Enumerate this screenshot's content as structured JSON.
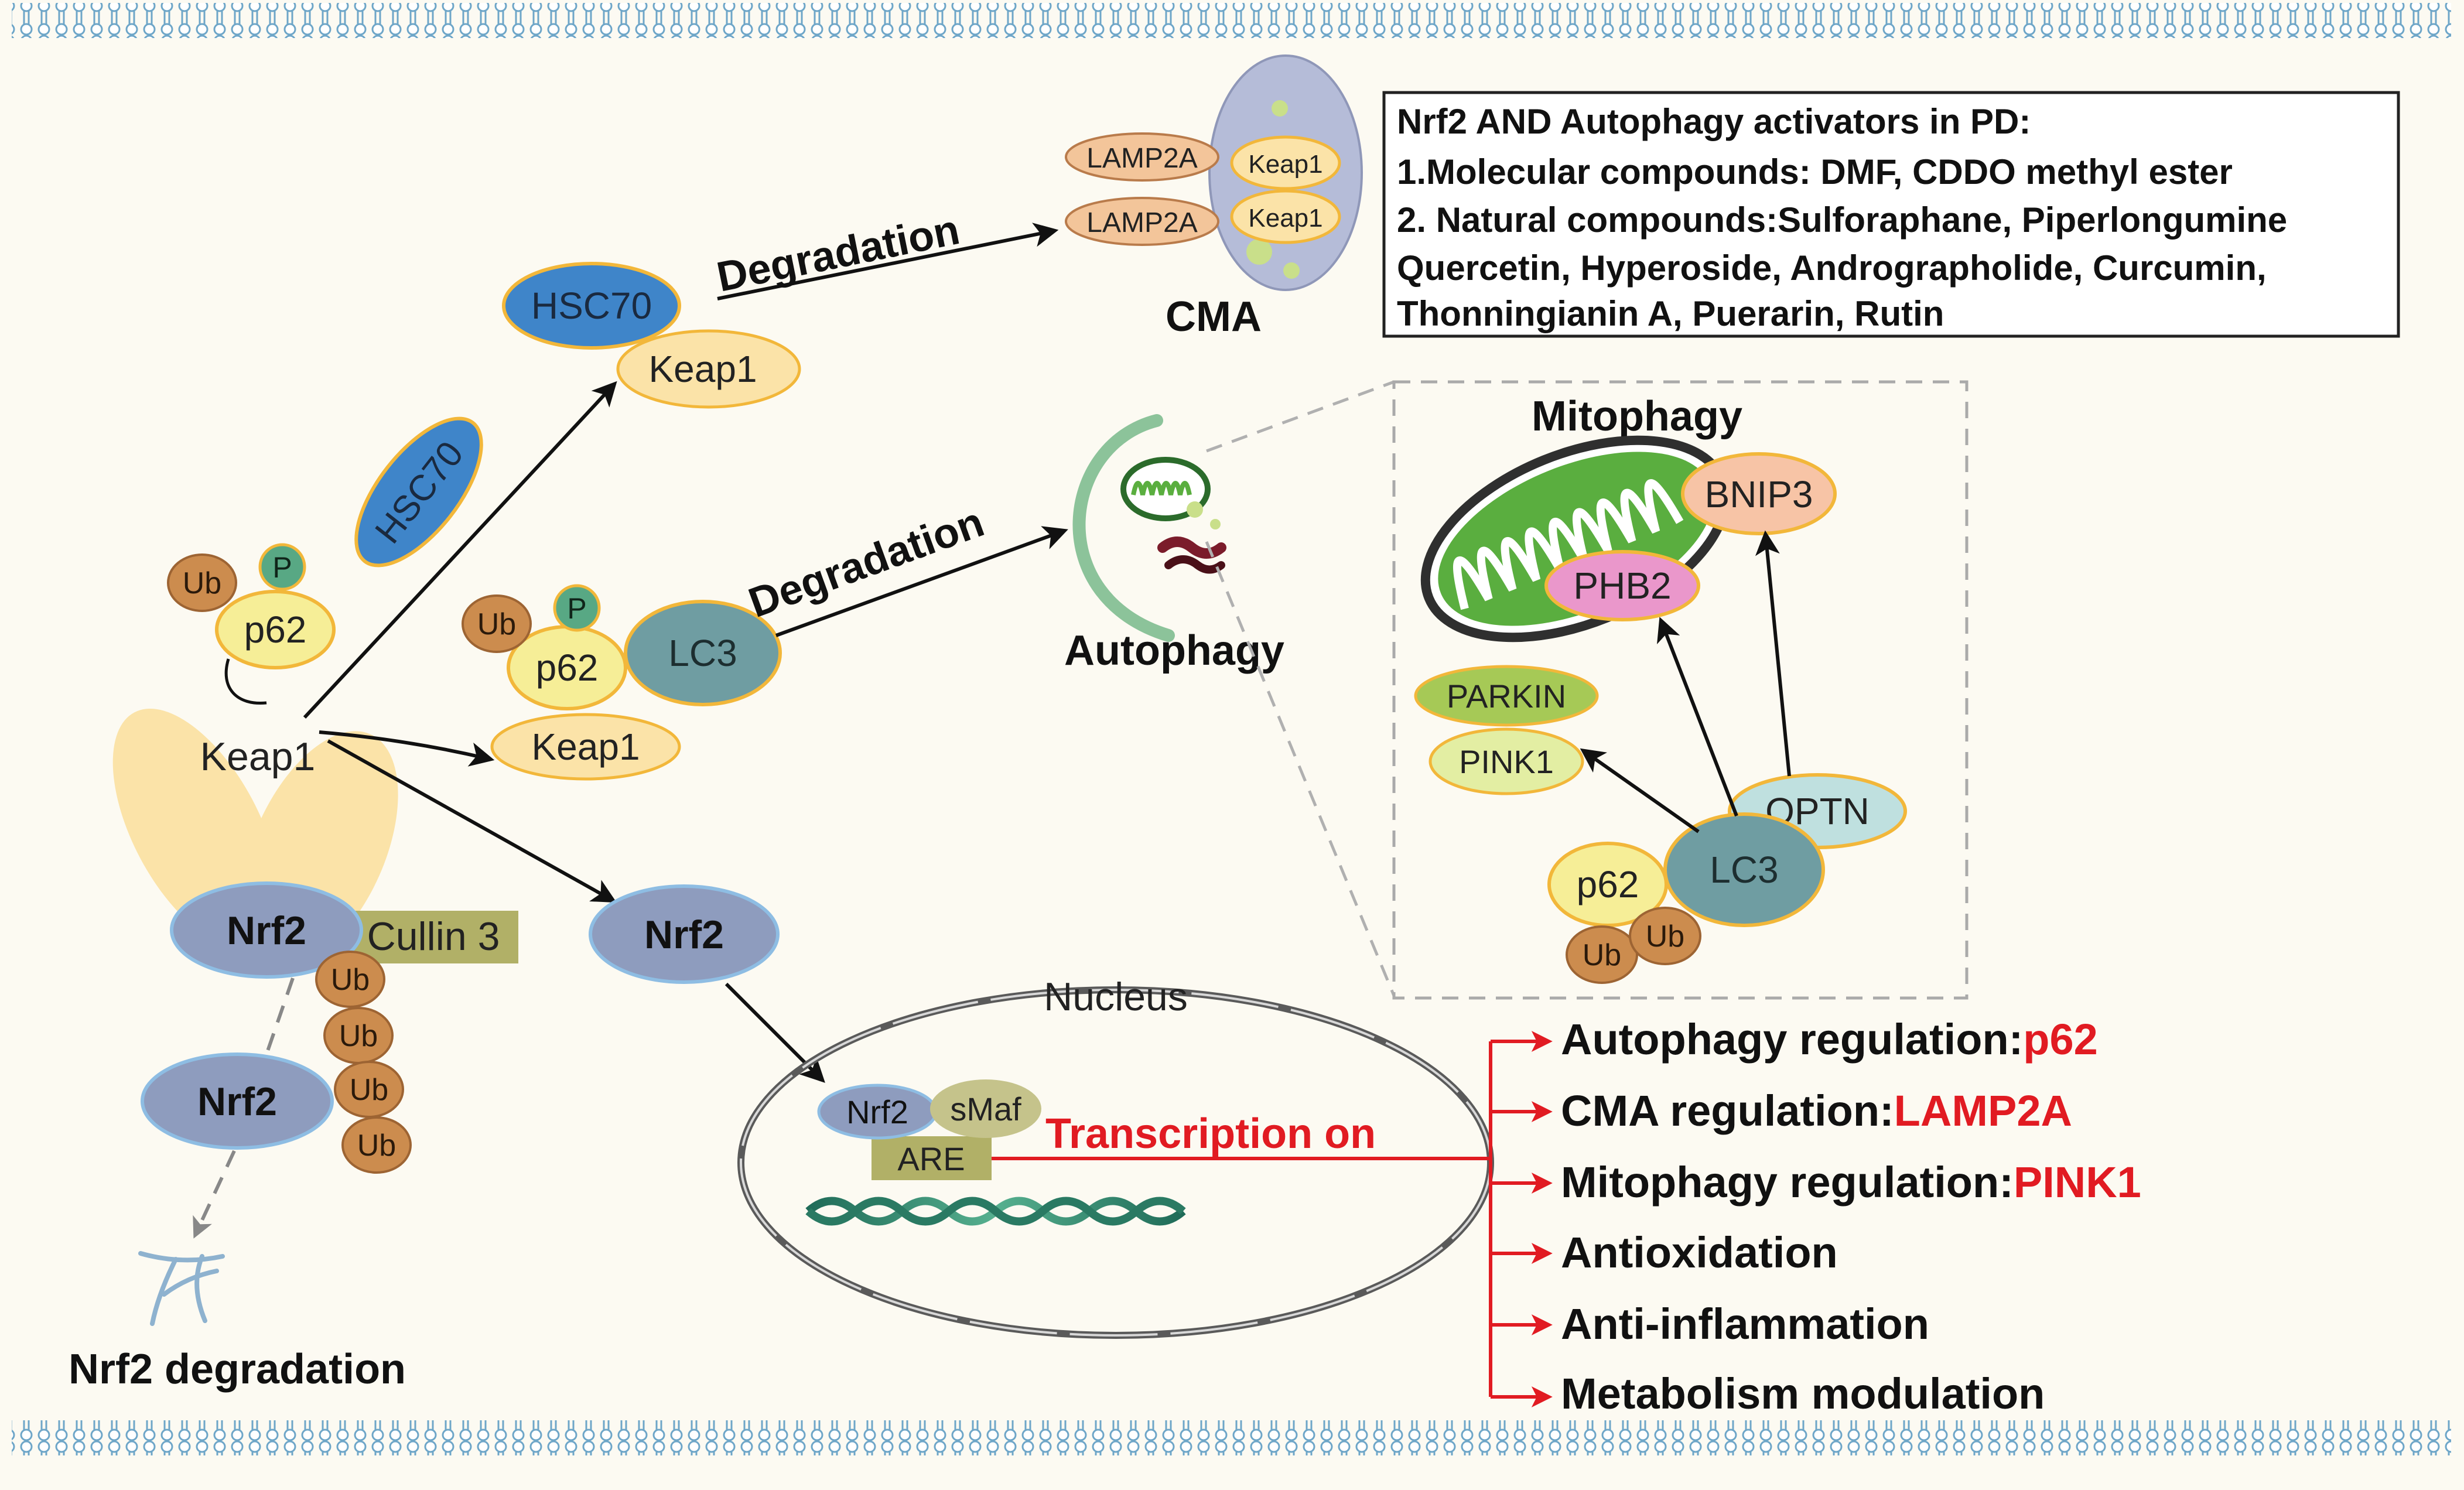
{
  "activators": {
    "title": "Nrf2 AND Autophagy activators in PD:",
    "line1": "1.Molecular compounds: DMF, CDDO methyl ester",
    "line2": "2. Natural compounds:Sulforaphane,  Piperlongumine",
    "line3": "Quercetin, Hyperoside, Andrographolide, Curcumin,",
    "line4": "Thonningianin A, Puerarin, Rutin"
  },
  "cma": {
    "label": "CMA",
    "lamp2a_top": "LAMP2A",
    "lamp2a_bottom": "LAMP2A",
    "keap1_top": "Keap1",
    "keap1_bottom": "Keap1",
    "degradation": "Degradation"
  },
  "hsc70_branch": {
    "hsc70_bound": "HSC70",
    "keap1": "Keap1",
    "hsc70_free": "HSC70"
  },
  "autophagy": {
    "label": "Autophagy",
    "degradation": "Degradation",
    "ub": "Ub",
    "p": "P",
    "p62": "p62",
    "lc3": "LC3",
    "keap1": "Keap1"
  },
  "left_complex": {
    "ub": "Ub",
    "p": "P",
    "p62": "p62",
    "keap1": "Keap1",
    "nrf2": "Nrf2",
    "cullin3": "Cullin 3",
    "ub_chain": [
      "Ub",
      "Ub",
      "Ub",
      "Ub"
    ],
    "nrf2_released": "Nrf2",
    "degradation_label": "Nrf2 degradation"
  },
  "free_nrf2": "Nrf2",
  "nucleus": {
    "label": "Nucleus",
    "nrf2": "Nrf2",
    "smaf": "sMaf",
    "are": "ARE",
    "transcription": "Transcription on"
  },
  "mitophagy": {
    "title": "Mitophagy",
    "bnip3": "BNIP3",
    "phb2": "PHB2",
    "parkin": "PARKIN",
    "pink1": "PINK1",
    "optn": "OPTN",
    "lc3": "LC3",
    "p62": "p62",
    "ub1": "Ub",
    "ub2": "Ub"
  },
  "outcomes": [
    {
      "label": "Autophagy regulation:",
      "highlight": "p62"
    },
    {
      "label": "CMA regulation:",
      "highlight": "LAMP2A"
    },
    {
      "label": "Mitophagy regulation:",
      "highlight": "PINK1"
    },
    {
      "label": "Antioxidation",
      "highlight": ""
    },
    {
      "label": "Anti-inflammation",
      "highlight": ""
    },
    {
      "label": "Metabolism modulation",
      "highlight": ""
    }
  ],
  "colors": {
    "keap1_fill": "#fbe3a8",
    "ring": "#f2b73a",
    "hsc70": "#3f85c9",
    "lc3": "#6f9da2",
    "nrf2": "#8e9cbe",
    "ub": "#cc8c4e",
    "p": "#58a884",
    "p62": "#f6ee97",
    "cullin": "#b1b067",
    "phb2": "#ea97cb",
    "bnip3": "#f7c4a6",
    "parkin": "#a6c956",
    "pink1": "#e3eea3",
    "optn": "#bfe0df",
    "lysosome": "#b5bcd8",
    "mito": "#5aae3f",
    "accent_red": "#e11b22"
  }
}
